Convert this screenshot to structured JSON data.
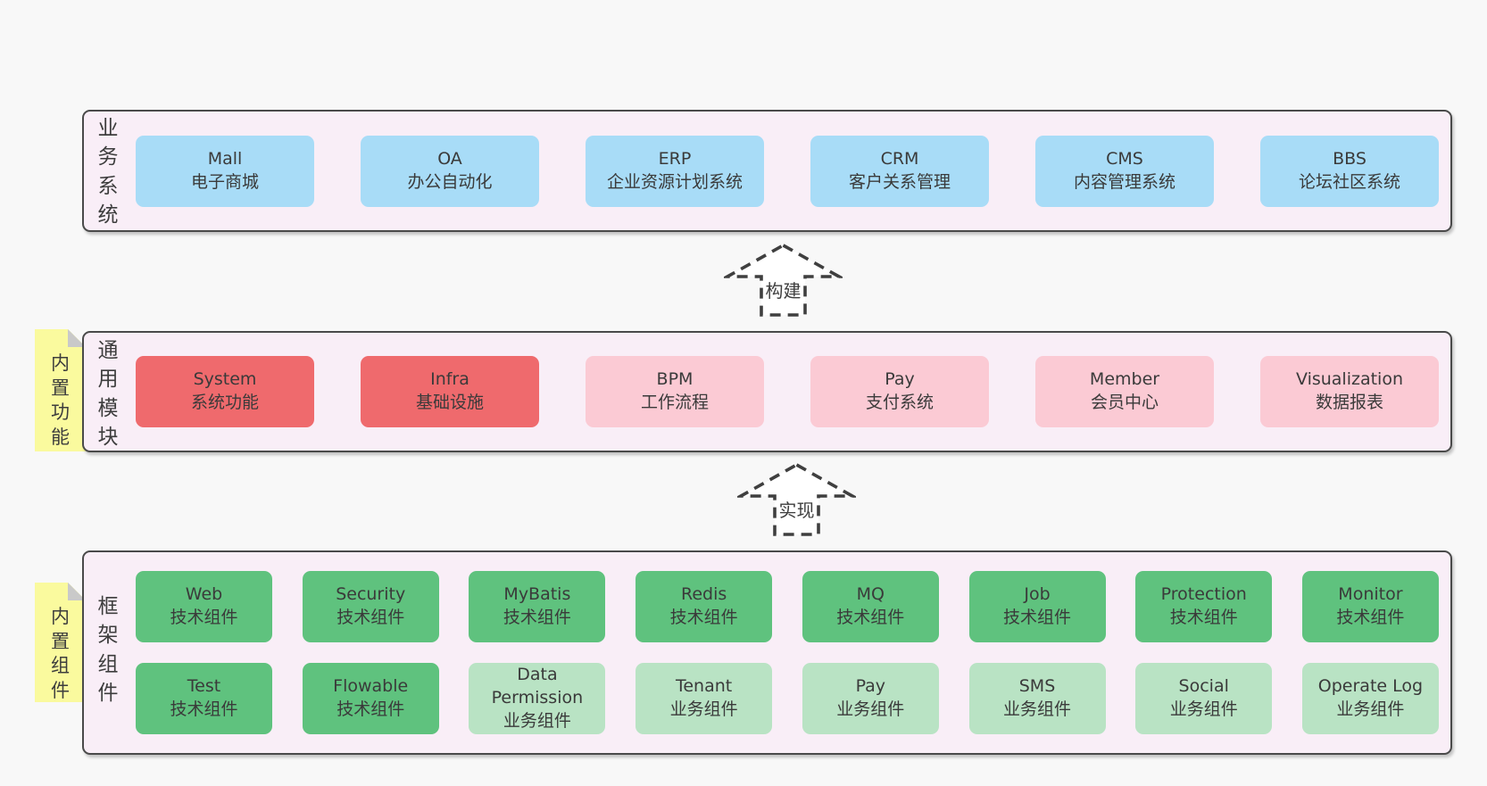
{
  "colors": {
    "background": "#f8f8f8",
    "panel_fill": "#f9eef7",
    "panel_border": "#4a4a4a",
    "box_blue": "#a8dcf7",
    "box_red": "#ef6a6d",
    "box_pink": "#fbcad4",
    "box_green": "#5fc27e",
    "box_light_green": "#b9e3c4",
    "sticky_yellow": "#fafa9e",
    "sticky_fold": "#c9c9c9",
    "text": "#3d3d3d"
  },
  "arrows": [
    {
      "label": "构建"
    },
    {
      "label": "实现"
    }
  ],
  "layers": {
    "business": {
      "label": "业务系统",
      "boxes": [
        {
          "name": "Mall",
          "desc": "电子商城"
        },
        {
          "name": "OA",
          "desc": "办公自动化"
        },
        {
          "name": "ERP",
          "desc": "企业资源计划系统"
        },
        {
          "name": "CRM",
          "desc": "客户关系管理"
        },
        {
          "name": "CMS",
          "desc": "内容管理系统"
        },
        {
          "name": "BBS",
          "desc": "论坛社区系统"
        }
      ]
    },
    "modules": {
      "label": "通用模块",
      "sticky": "内置功能",
      "boxes": [
        {
          "name": "System",
          "desc": "系统功能",
          "variant": "red"
        },
        {
          "name": "Infra",
          "desc": "基础设施",
          "variant": "red"
        },
        {
          "name": "BPM",
          "desc": "工作流程",
          "variant": "pink"
        },
        {
          "name": "Pay",
          "desc": "支付系统",
          "variant": "pink"
        },
        {
          "name": "Member",
          "desc": "会员中心",
          "variant": "pink"
        },
        {
          "name": "Visualization",
          "desc": "数据报表",
          "variant": "pink"
        }
      ]
    },
    "components": {
      "label": "框架组件",
      "sticky": "内置组件",
      "row1": [
        {
          "name": "Web",
          "desc": "技术组件",
          "variant": "green"
        },
        {
          "name": "Security",
          "desc": "技术组件",
          "variant": "green"
        },
        {
          "name": "MyBatis",
          "desc": "技术组件",
          "variant": "green"
        },
        {
          "name": "Redis",
          "desc": "技术组件",
          "variant": "green"
        },
        {
          "name": "MQ",
          "desc": "技术组件",
          "variant": "green"
        },
        {
          "name": "Job",
          "desc": "技术组件",
          "variant": "green"
        },
        {
          "name": "Protection",
          "desc": "技术组件",
          "variant": "green"
        },
        {
          "name": "Monitor",
          "desc": "技术组件",
          "variant": "green"
        }
      ],
      "row2": [
        {
          "name": "Test",
          "desc": "技术组件",
          "variant": "green"
        },
        {
          "name": "Flowable",
          "desc": "技术组件",
          "variant": "green"
        },
        {
          "name": "Data Permission",
          "desc": "业务组件",
          "variant": "lightgreen"
        },
        {
          "name": "Tenant",
          "desc": "业务组件",
          "variant": "lightgreen"
        },
        {
          "name": "Pay",
          "desc": "业务组件",
          "variant": "lightgreen"
        },
        {
          "name": "SMS",
          "desc": "业务组件",
          "variant": "lightgreen"
        },
        {
          "name": "Social",
          "desc": "业务组件",
          "variant": "lightgreen"
        },
        {
          "name": "Operate Log",
          "desc": "业务组件",
          "variant": "lightgreen"
        }
      ]
    }
  }
}
